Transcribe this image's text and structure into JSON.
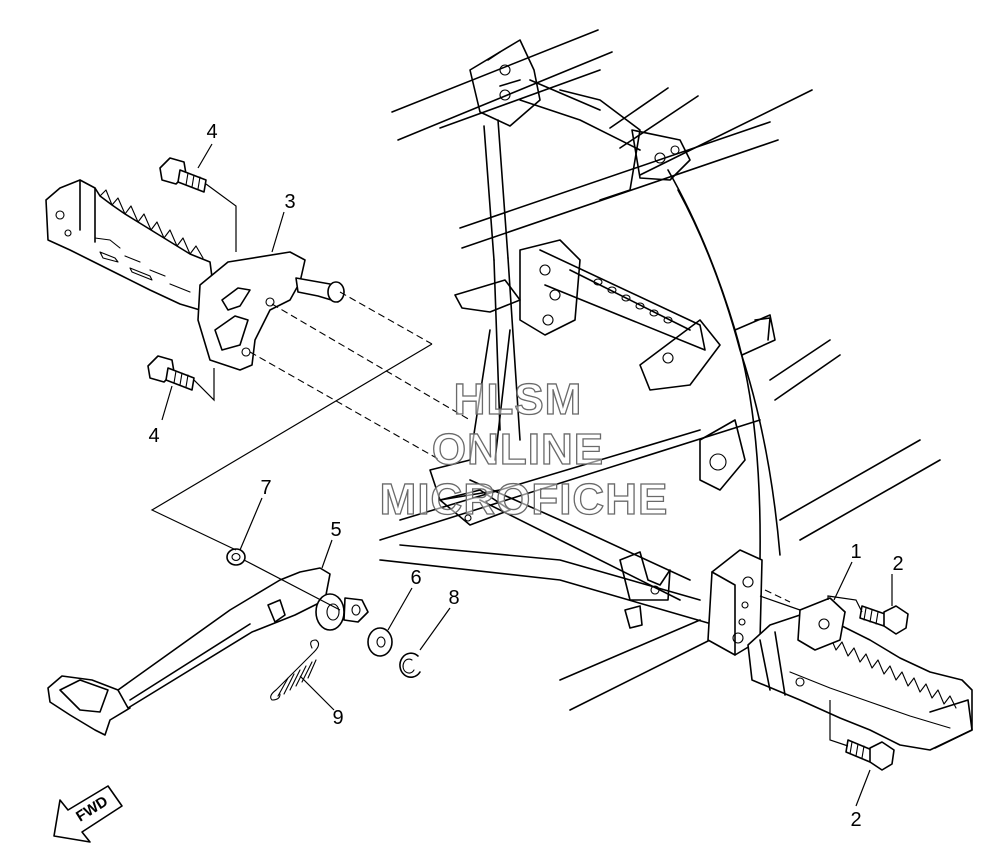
{
  "diagram": {
    "callouts": {
      "c1": "1",
      "c2a": "2",
      "c2b": "2",
      "c3": "3",
      "c4a": "4",
      "c4b": "4",
      "c5": "5",
      "c6": "6",
      "c7": "7",
      "c8": "8",
      "c9": "9"
    },
    "direction_label": "FWD",
    "watermark": {
      "line1": "HLSM",
      "line2": "ONLINE",
      "line3": "MICROFICHE"
    }
  }
}
